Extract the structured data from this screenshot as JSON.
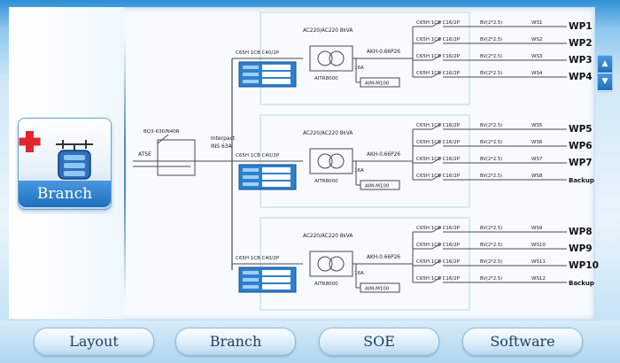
{
  "branch_card": {
    "label": "Branch"
  },
  "incoming": {
    "breaker_model": "BQ3-63II/N40R",
    "ats_label": "ATSE"
  },
  "interlock": {
    "line1": "Interpact",
    "line2": "INS 63A"
  },
  "sections": [
    {
      "main_breaker": "C65H 1CB C40/2P",
      "transformer": "AC220/AC220 8kVA",
      "transformer_model": "AITR8000",
      "cable": "16A",
      "meter_ref": "AKH-0.66P26",
      "monitor": "AIM-M100",
      "branches": [
        {
          "breaker": "C65H 1CB C16/2P",
          "cable": "BV(2*2.5)",
          "code": "WS1",
          "outlet": "WP1"
        },
        {
          "breaker": "C65H 1CB C16/2P",
          "cable": "BV(2*2.5)",
          "code": "WS2",
          "outlet": "WP2"
        },
        {
          "breaker": "C65H 1CB C16/2P",
          "cable": "BV(2*2.5)",
          "code": "WS3",
          "outlet": "WP3"
        },
        {
          "breaker": "C65H 1CB C16/2P",
          "cable": "BV(2*2.5)",
          "code": "WS4",
          "outlet": "WP4"
        }
      ]
    },
    {
      "main_breaker": "C65H 1CB C40/2P",
      "transformer": "AC220/AC220 8kVA",
      "transformer_model": "AITR8000",
      "cable": "16A",
      "meter_ref": "AKH-0.66P26",
      "monitor": "AIM-M100",
      "branches": [
        {
          "breaker": "C65H 1CB C16/2P",
          "cable": "BV(2*2.5)",
          "code": "WS5",
          "outlet": "WP5"
        },
        {
          "breaker": "C65H 1CB C16/2P",
          "cable": "BV(2*2.5)",
          "code": "WS6",
          "outlet": "WP6"
        },
        {
          "breaker": "C65H 1CB C16/2P",
          "cable": "BV(2*2.5)",
          "code": "WS7",
          "outlet": "WP7"
        },
        {
          "breaker": "C65H 1CB C16/2P",
          "cable": "BV(2*2.5)",
          "code": "WS8",
          "outlet": "Backup"
        }
      ]
    },
    {
      "main_breaker": "C65H 1CB C40/2P",
      "transformer": "AC220/AC220 8kVA",
      "transformer_model": "AITR8000",
      "cable": "16A",
      "meter_ref": "AKH-0.66P26",
      "monitor": "AIM-M100",
      "branches": [
        {
          "breaker": "C65H 1CB C16/2P",
          "cable": "BV(2*2.5)",
          "code": "WS9",
          "outlet": "WP8"
        },
        {
          "breaker": "C65H 1CB C16/2P",
          "cable": "BV(2*2.5)",
          "code": "WS10",
          "outlet": "WP9"
        },
        {
          "breaker": "C65H 1CB C16/2P",
          "cable": "BV(2*2.5)",
          "code": "WS11",
          "outlet": "WP10"
        },
        {
          "breaker": "C65H 1CB C16/2P",
          "cable": "BV(2*2.5)",
          "code": "WS12",
          "outlet": "Backup"
        }
      ]
    }
  ],
  "scroll": {
    "up_icon": "triangle-up-icon",
    "down_icon": "triangle-down-icon"
  },
  "nav": {
    "layout": "Layout",
    "branch": "Branch",
    "soe": "SOE",
    "software": "Software"
  },
  "colors": {
    "line": "#4a4a4a",
    "box": "#2f7fd0",
    "accent": "#1f6fbf",
    "icon_red": "#e0262e"
  }
}
